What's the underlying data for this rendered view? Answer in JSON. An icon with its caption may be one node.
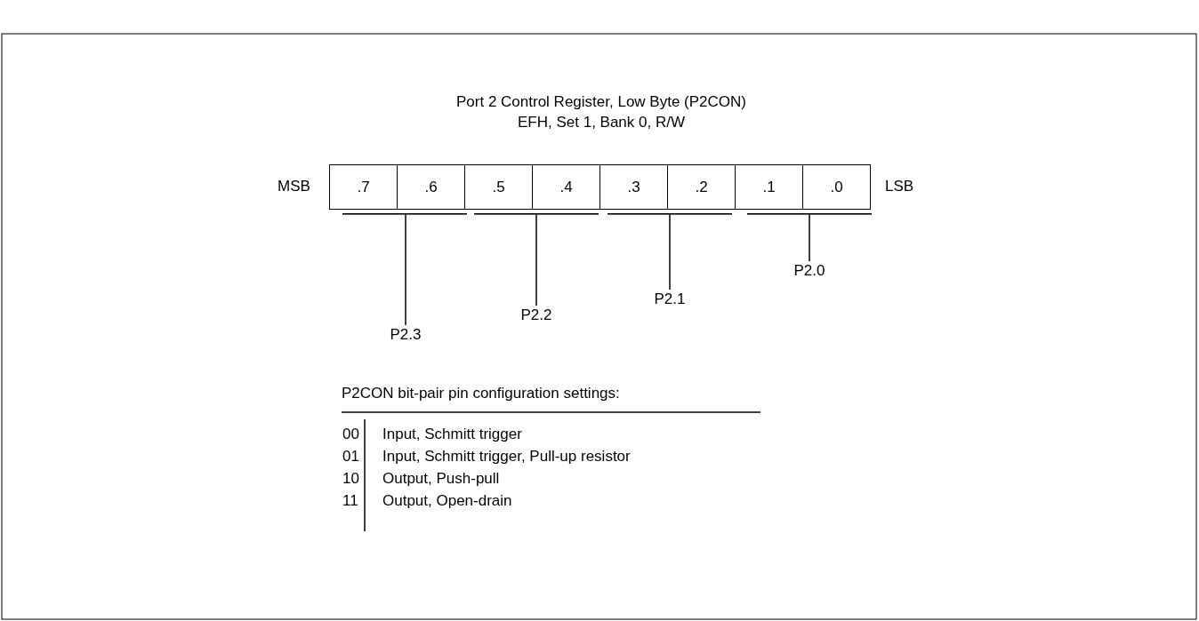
{
  "diagram": {
    "title": "Port 2 Control Register, Low Byte (P2CON)",
    "nodes": [
      {
        "text": [
          ".7"
        ],
        "beside": [
          "MSB"
        ]
      },
      {
        "text": [
          ".6"
        ]
      },
      {
        "text": [
          ".5"
        ]
      },
      {
        "text": [
          ".4"
        ]
      },
      {
        "text": [
          ".3"
        ]
      },
      {
        "text": [
          ".2"
        ]
      },
      {
        "text": [
          ".1"
        ]
      },
      {
        "text": [
          ".0"
        ],
        "beside": [
          "LSB"
        ]
      },
      {
        "text": [],
        "shape": "bar"
      },
      {
        "text": [],
        "shape": "bar"
      },
      {
        "text": [],
        "shape": "bar"
      },
      {
        "text": [],
        "shape": "bar"
      },
      {
        "text": [
          "P2.3"
        ]
      },
      {
        "text": [
          "P2.2"
        ]
      },
      {
        "text": [
          "P2.1"
        ]
      },
      {
        "text": [
          "P2.0"
        ]
      }
    ],
    "edges": [
      {
        "from": 12,
        "to": 8,
        "arrow": "none"
      },
      {
        "from": 13,
        "to": 9,
        "arrow": "none"
      },
      {
        "from": 14,
        "to": 10,
        "arrow": "none"
      },
      {
        "from": 15,
        "to": 11,
        "arrow": "none"
      }
    ],
    "labels": [
      "EFH, Set 1, Bank 0, R/W",
      "P2CON bit-pair pin configuration settings:",
      "00",
      "Input, Schmitt trigger",
      "01",
      "Input, Schmitt trigger, Pull-up resistor",
      "10",
      "Output, Push-pull",
      "11",
      "Output, Open-drain"
    ]
  }
}
